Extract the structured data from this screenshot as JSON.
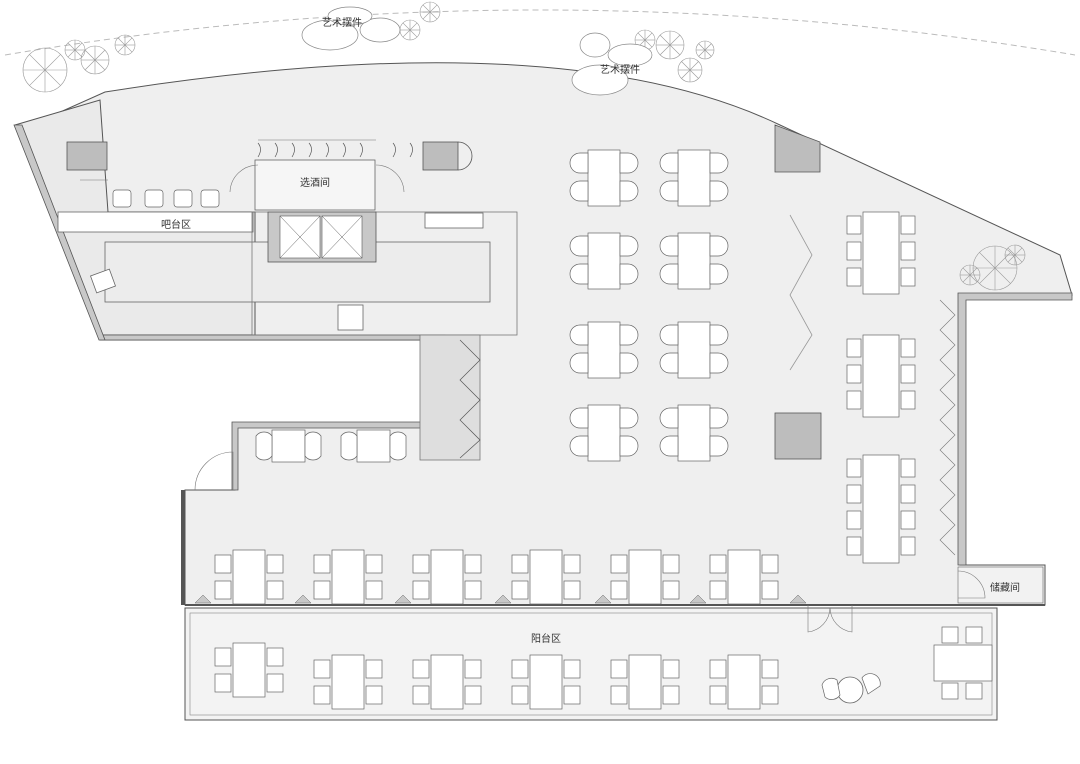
{
  "labels": {
    "art_piece_1": "艺术摆件",
    "art_piece_2": "艺术摆件",
    "wine_room": "选酒间",
    "bar_area": "吧台区",
    "storage": "储藏间",
    "balcony": "阳台区"
  },
  "colors": {
    "background": "#ffffff",
    "floor": "#efefef",
    "wall": "#c8c8c8",
    "line": "#555555",
    "furniture": "#ffffff",
    "column": "#bdbdbd"
  }
}
